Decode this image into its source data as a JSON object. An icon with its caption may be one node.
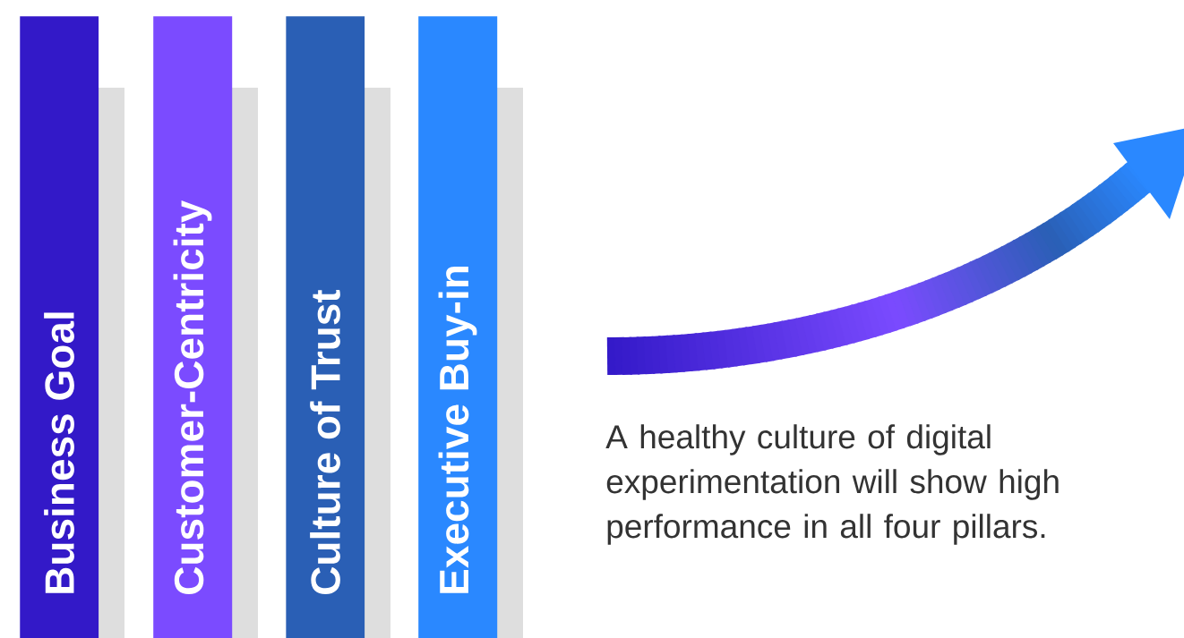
{
  "diagram": {
    "nodes": [
      {
        "text": [
          "Business Goal"
        ]
      },
      {
        "text": [
          "Customer-Centricity"
        ]
      },
      {
        "text": [
          "Culture of Trust"
        ]
      },
      {
        "text": [
          "Executive Buy-in"
        ]
      }
    ],
    "labels": [
      "A healthy culture of digital experimentation will show high performance in all four pillars."
    ]
  }
}
